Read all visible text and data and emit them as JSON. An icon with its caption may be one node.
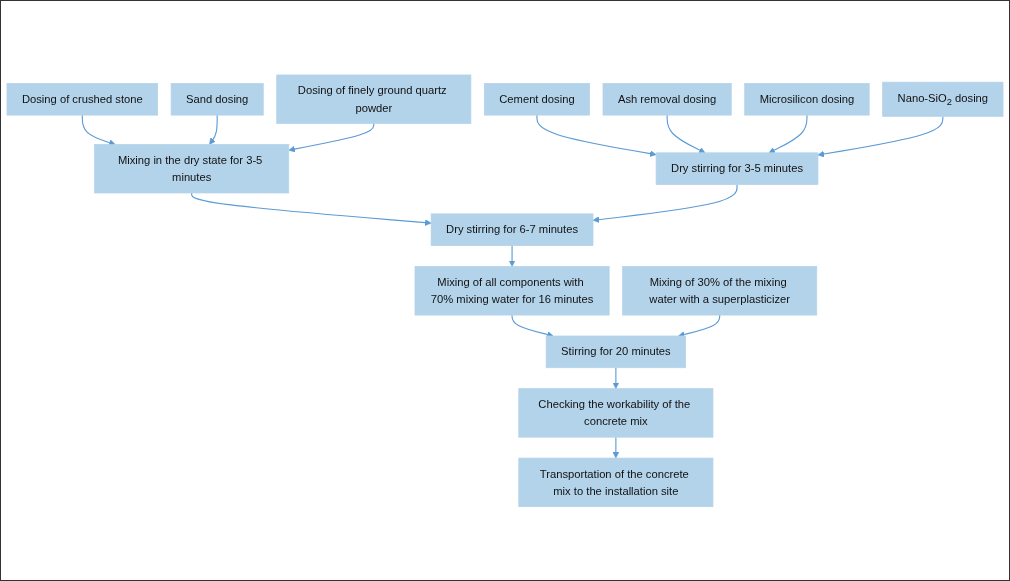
{
  "diagram": {
    "nodes": [
      {
        "text": [
          "Dosing of crushed stone"
        ]
      },
      {
        "text": [
          "Sand dosing"
        ]
      },
      {
        "text": [
          "Dosing of finely ground quartz powder"
        ]
      },
      {
        "text": [
          "Cement dosing"
        ]
      },
      {
        "text": [
          "Ash removal dosing"
        ]
      },
      {
        "text": [
          "Microsilicon dosing"
        ]
      },
      {
        "text": [
          "Nano-SiO$_{2}$ dosing"
        ]
      },
      {
        "text": [
          "Mixing in the dry state for 3-5 minutes"
        ]
      },
      {
        "text": [
          "Dry stirring for 3-5 minutes"
        ]
      },
      {
        "text": [
          "Dry stirring for 6-7 minutes"
        ]
      },
      {
        "text": [
          "Mixing of all components with 70% mixing water for 16 minutes"
        ]
      },
      {
        "text": [
          "Mixing of 30% of the mixing water with a superplasticizer"
        ]
      },
      {
        "text": [
          "Stirring for 20 minutes"
        ]
      },
      {
        "text": [
          "Checking the workability of the concrete mix"
        ]
      },
      {
        "text": [
          "Transportation of the concrete mix to the installation site"
        ]
      }
    ],
    "edges": [
      {
        "from": 0,
        "to": 7,
        "arrow": "to"
      },
      {
        "from": 1,
        "to": 7,
        "arrow": "to"
      },
      {
        "from": 2,
        "to": 7,
        "arrow": "to"
      },
      {
        "from": 3,
        "to": 8,
        "arrow": "to"
      },
      {
        "from": 4,
        "to": 8,
        "arrow": "to"
      },
      {
        "from": 5,
        "to": 8,
        "arrow": "to"
      },
      {
        "from": 6,
        "to": 8,
        "arrow": "to"
      },
      {
        "from": 7,
        "to": 9,
        "arrow": "to"
      },
      {
        "from": 8,
        "to": 9,
        "arrow": "to"
      },
      {
        "from": 9,
        "to": 10,
        "arrow": "to"
      },
      {
        "from": 10,
        "to": 12,
        "arrow": "to"
      },
      {
        "from": 11,
        "to": 12,
        "arrow": "to"
      },
      {
        "from": 12,
        "to": 13,
        "arrow": "to"
      },
      {
        "from": 13,
        "to": 14,
        "arrow": "to"
      }
    ]
  }
}
